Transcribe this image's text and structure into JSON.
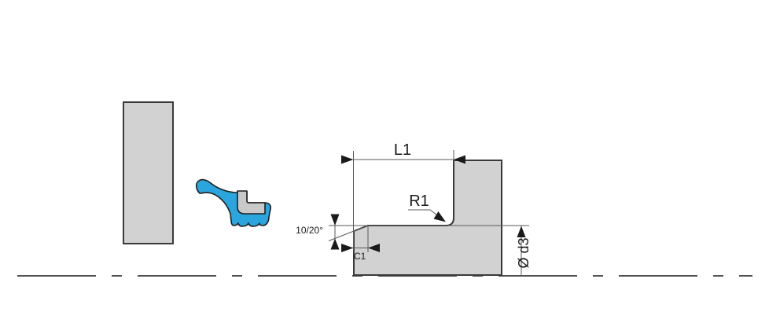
{
  "drawing": {
    "dimension_labels": {
      "groove_length": "L1",
      "fillet_radius": "R1",
      "chamfer": "C1",
      "chamfer_angle": "10/20°",
      "shaft_diameter": "Ø d3"
    },
    "colors": {
      "part_fill": "#d2d2d2",
      "insert_fill": "#c9c9c9",
      "seal_fill": "#2aa5de",
      "outline": "#3a3a3a",
      "arrow_fill": "#1a1a1a",
      "background": "#ffffff"
    }
  }
}
